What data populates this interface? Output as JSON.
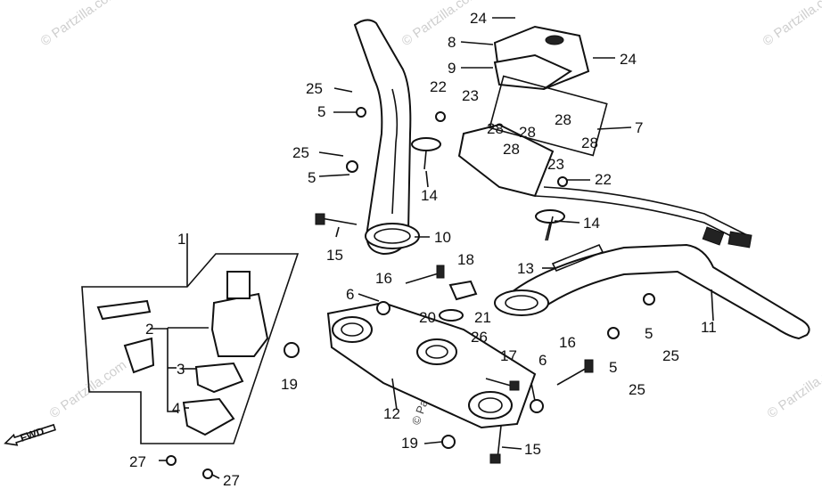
{
  "watermark": {
    "symbol": "©",
    "text": "Partzilla.com"
  },
  "fwd_label": "FWD",
  "callouts": [
    {
      "id": "c1",
      "label": "1"
    },
    {
      "id": "c2",
      "label": "2"
    },
    {
      "id": "c3",
      "label": "3"
    },
    {
      "id": "c4",
      "label": "4"
    },
    {
      "id": "c5a",
      "label": "5"
    },
    {
      "id": "c5b",
      "label": "5"
    },
    {
      "id": "c5c",
      "label": "5"
    },
    {
      "id": "c5d",
      "label": "5"
    },
    {
      "id": "c6a",
      "label": "6"
    },
    {
      "id": "c6b",
      "label": "6"
    },
    {
      "id": "c7",
      "label": "7"
    },
    {
      "id": "c8",
      "label": "8"
    },
    {
      "id": "c9",
      "label": "9"
    },
    {
      "id": "c10",
      "label": "10"
    },
    {
      "id": "c11",
      "label": "11"
    },
    {
      "id": "c12",
      "label": "12"
    },
    {
      "id": "c13",
      "label": "13"
    },
    {
      "id": "c14a",
      "label": "14"
    },
    {
      "id": "c14b",
      "label": "14"
    },
    {
      "id": "c15a",
      "label": "15"
    },
    {
      "id": "c15b",
      "label": "15"
    },
    {
      "id": "c16a",
      "label": "16"
    },
    {
      "id": "c16b",
      "label": "16"
    },
    {
      "id": "c17",
      "label": "17"
    },
    {
      "id": "c18",
      "label": "18"
    },
    {
      "id": "c19a",
      "label": "19"
    },
    {
      "id": "c19b",
      "label": "19"
    },
    {
      "id": "c20",
      "label": "20"
    },
    {
      "id": "c21",
      "label": "21"
    },
    {
      "id": "c22a",
      "label": "22"
    },
    {
      "id": "c22b",
      "label": "22"
    },
    {
      "id": "c23a",
      "label": "23"
    },
    {
      "id": "c23b",
      "label": "23"
    },
    {
      "id": "c24a",
      "label": "24"
    },
    {
      "id": "c24b",
      "label": "24"
    },
    {
      "id": "c25a",
      "label": "25"
    },
    {
      "id": "c25b",
      "label": "25"
    },
    {
      "id": "c25c",
      "label": "25"
    },
    {
      "id": "c25d",
      "label": "25"
    },
    {
      "id": "c26",
      "label": "26"
    },
    {
      "id": "c27a",
      "label": "27"
    },
    {
      "id": "c27b",
      "label": "27"
    },
    {
      "id": "c28a",
      "label": "28"
    },
    {
      "id": "c28b",
      "label": "28"
    },
    {
      "id": "c28c",
      "label": "28"
    },
    {
      "id": "c28d",
      "label": "28"
    }
  ]
}
